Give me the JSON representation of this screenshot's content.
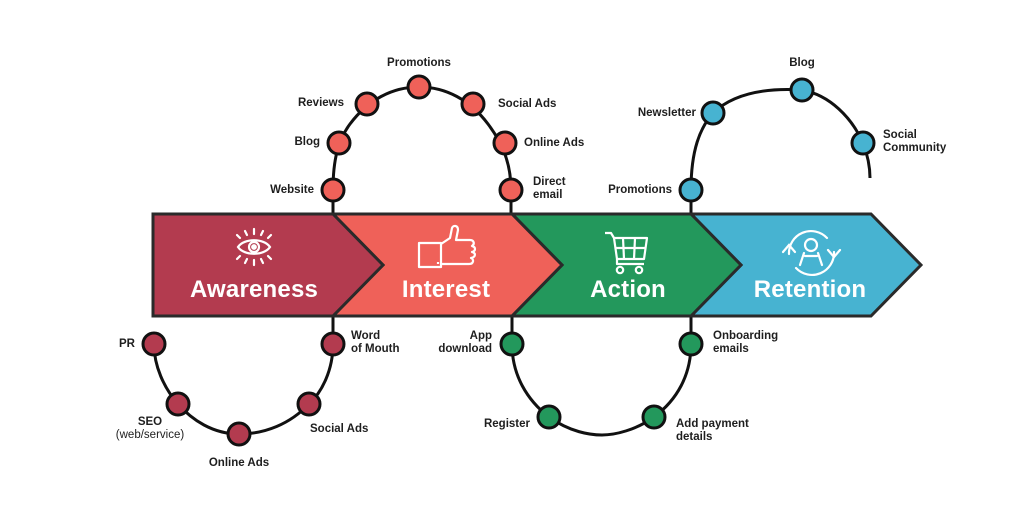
{
  "colors": {
    "awareness": "#b33b4f",
    "interest": "#ef6159",
    "action": "#23985c",
    "retention": "#47b3d1",
    "outline": "#222222",
    "text": "#1e1e1e"
  },
  "stages": [
    {
      "id": "awareness",
      "title": "Awareness",
      "icon": "eye-icon"
    },
    {
      "id": "interest",
      "title": "Interest",
      "icon": "thumbs-up-icon"
    },
    {
      "id": "action",
      "title": "Action",
      "icon": "shopping-cart-icon"
    },
    {
      "id": "retention",
      "title": "Retention",
      "icon": "person-cycle-icon"
    }
  ],
  "touchpoints": {
    "awareness": [
      "PR",
      "SEO",
      "(web/service)",
      "Online Ads",
      "Social Ads",
      "Word",
      "of Mouth"
    ],
    "interest": [
      "Website",
      "Blog",
      "Reviews",
      "Promotions",
      "Social Ads",
      "Online Ads",
      "Direct",
      "email"
    ],
    "action": [
      "App",
      "download",
      "Register",
      "Add payment",
      "details",
      "Onboarding",
      "emails"
    ],
    "retention": [
      "Promotions",
      "Newsletter",
      "Blog",
      "Social",
      "Community"
    ]
  }
}
